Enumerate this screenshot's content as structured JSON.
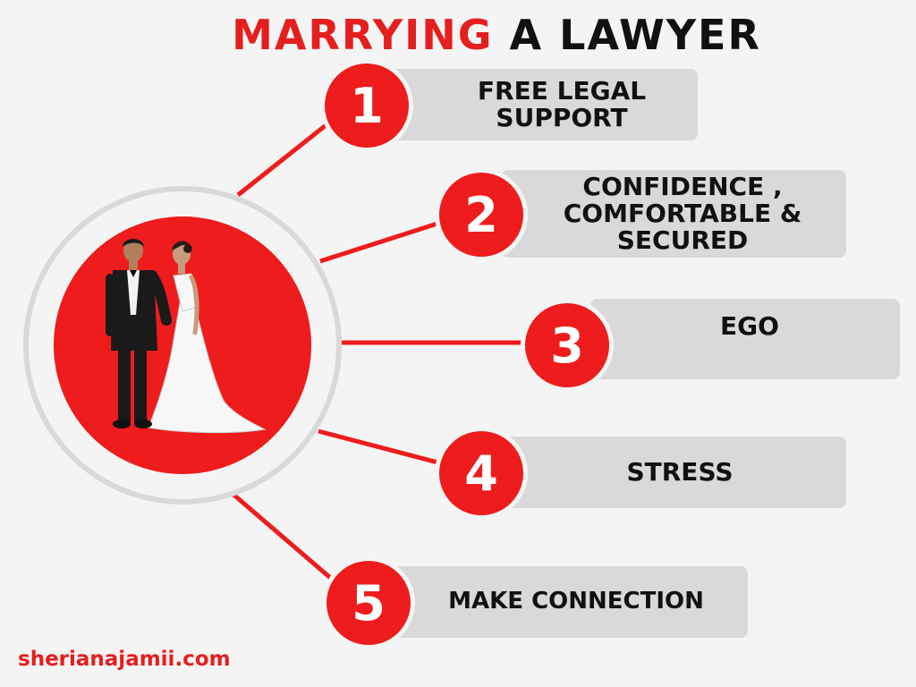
{
  "title": {
    "accent": "MARRYING",
    "rest": "A LAWYER"
  },
  "items": [
    {
      "number": "1",
      "label": "FREE LEGAL SUPPORT"
    },
    {
      "number": "2",
      "label": "CONFIDENCE , COMFORTABLE & SECURED"
    },
    {
      "number": "3",
      "label": "EGO"
    },
    {
      "number": "4",
      "label": "STRESS"
    },
    {
      "number": "5",
      "label": "MAKE CONNECTION"
    }
  ],
  "footer": {
    "site": "sherianajamii.com"
  },
  "colors": {
    "accent": "#ee1c1c",
    "pill": "#d9d9d9",
    "background": "#f4f4f4",
    "text": "#111111"
  },
  "illustration": "wedding-couple-illustration"
}
